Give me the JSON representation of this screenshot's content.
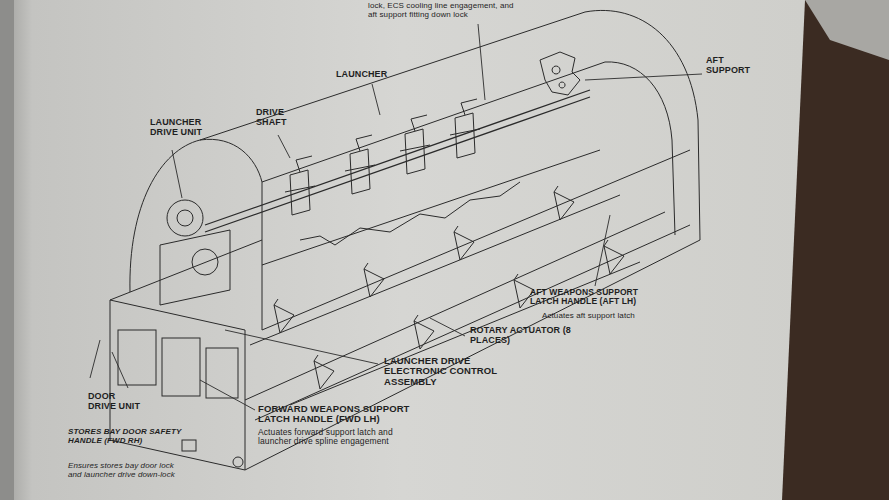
{
  "diagram": {
    "labels": [
      "lock, ECS cooling line engagement, and aft support fitting down lock",
      "AFT SUPPORT",
      "LAUNCHER",
      "DRIVE SHAFT",
      "LAUNCHER DRIVE UNIT",
      "DOOR DRIVE UNIT",
      "STORES BAY DOOR SAFETY HANDLE (FWD RH)",
      "Ensures stores bay door lock and launcher drive down-lock",
      "ROTARY ACTUATOR (8 PLACES)",
      "LAUNCHER DRIVE ELECTRONIC CONTROL ASSEMBLY",
      "FORWARD WEAPONS SUPPORT LATCH HANDLE (FWD LH)",
      "Actuates forward support latch and launcher drive spline engagement",
      "AFT WEAPONS SUPPORT LATCH HANDLE (AFT LH)",
      "Actuates aft support latch"
    ]
  }
}
